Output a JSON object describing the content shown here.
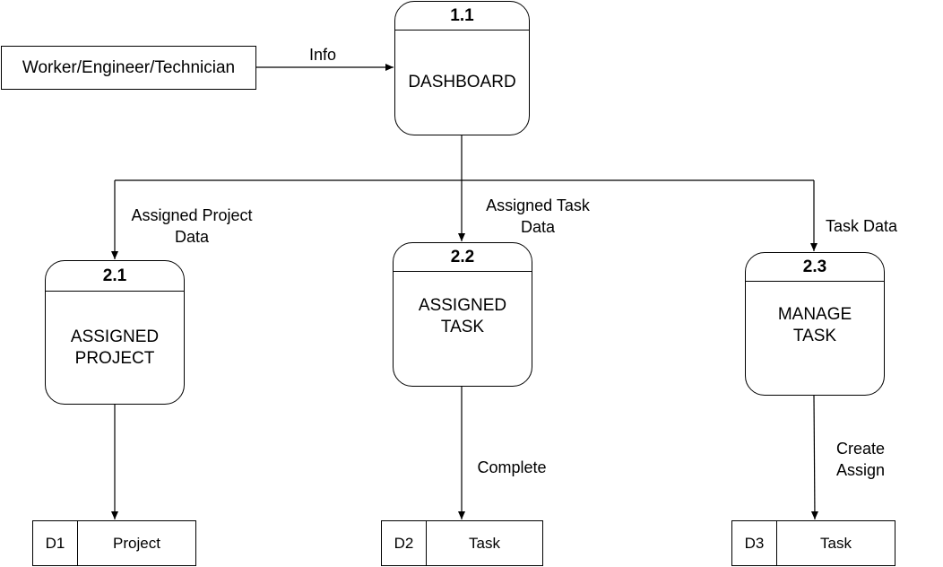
{
  "external_entity": {
    "label": "Worker/Engineer/Technician"
  },
  "processes": [
    {
      "id": "1.1",
      "name": "DASHBOARD"
    },
    {
      "id": "2.1",
      "name": "ASSIGNED\nPROJECT"
    },
    {
      "id": "2.2",
      "name": "ASSIGNED\nTASK"
    },
    {
      "id": "2.3",
      "name": "MANAGE\nTASK"
    }
  ],
  "data_stores": [
    {
      "id": "D1",
      "name": "Project"
    },
    {
      "id": "D2",
      "name": "Task"
    },
    {
      "id": "D3",
      "name": "Task"
    }
  ],
  "flows": {
    "info": "Info",
    "assigned_project_data": "Assigned Project\nData",
    "assigned_task_data": "Assigned Task\nData",
    "task_data": "Task Data",
    "complete": "Complete",
    "create_assign": "Create\nAssign"
  }
}
